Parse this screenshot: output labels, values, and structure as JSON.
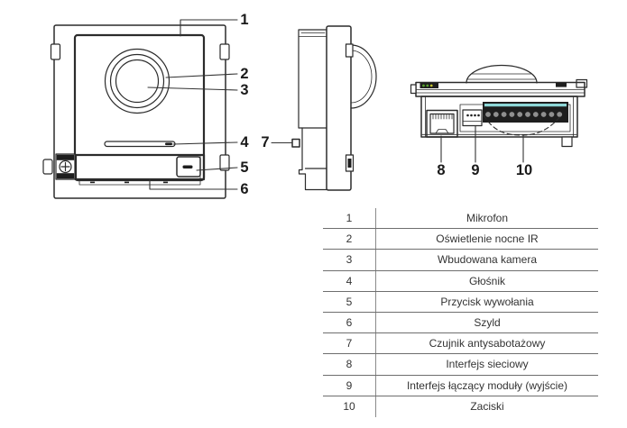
{
  "callouts": [
    "1",
    "2",
    "3",
    "4",
    "5",
    "6",
    "7",
    "8",
    "9",
    "10"
  ],
  "table": {
    "rows": [
      {
        "num": "1",
        "desc": "Mikrofon"
      },
      {
        "num": "2",
        "desc": "Oświetlenie nocne IR"
      },
      {
        "num": "3",
        "desc": "Wbudowana kamera"
      },
      {
        "num": "4",
        "desc": "Głośnik"
      },
      {
        "num": "5",
        "desc": "Przycisk wywołania"
      },
      {
        "num": "6",
        "desc": "Szyld"
      },
      {
        "num": "7",
        "desc": "Czujnik antysabotażowy"
      },
      {
        "num": "8",
        "desc": "Interfejs sieciowy"
      },
      {
        "num": "9",
        "desc": "Interfejs łączący moduły (wyjście)"
      },
      {
        "num": "10",
        "desc": "Zaciski"
      }
    ]
  },
  "colors": {
    "line": "#2b2b2b",
    "terminal_stripe_teal": "#8ed7d7",
    "indicator_green": "#58a22e",
    "table_line": "#6e6e6e"
  }
}
